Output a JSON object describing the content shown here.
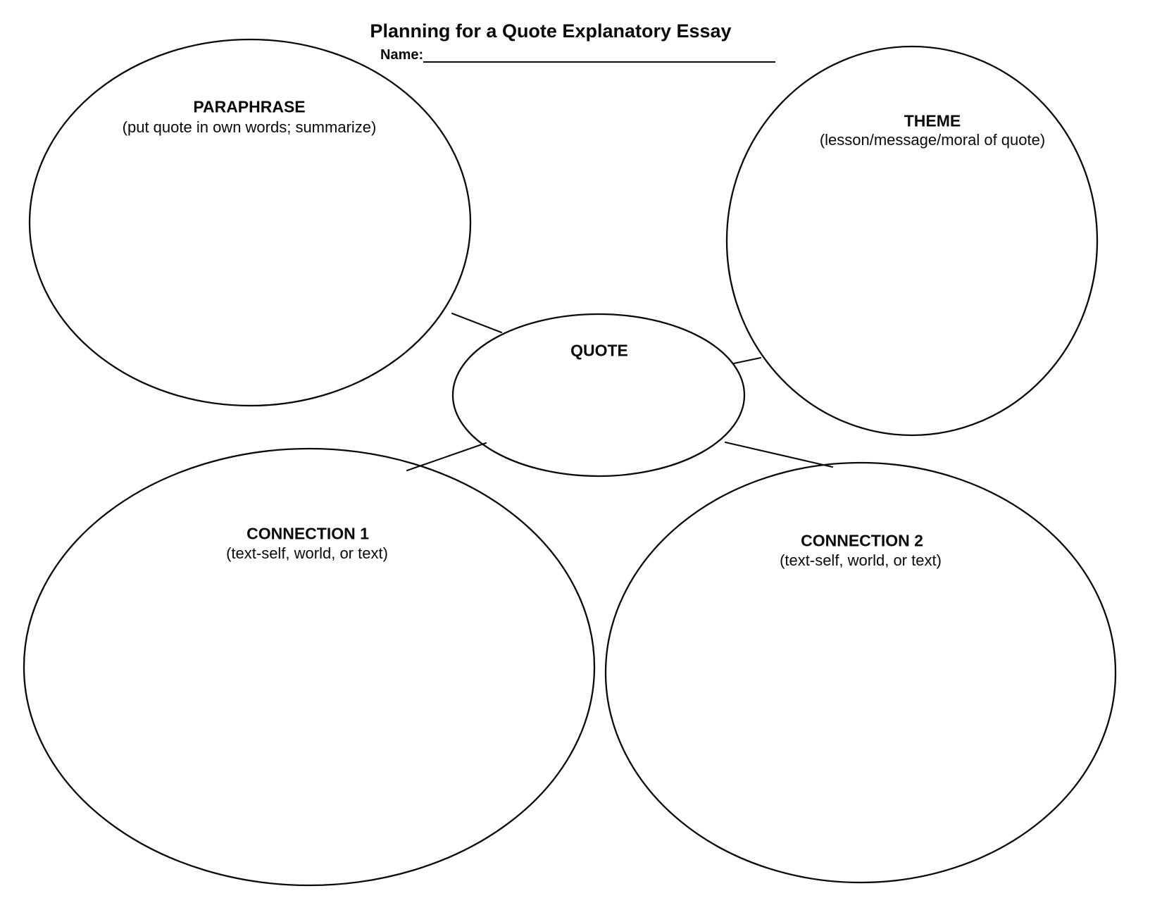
{
  "page": {
    "title": "Planning for a Quote Explanatory Essay",
    "name_label": "Name:",
    "name_value": ""
  },
  "nodes": {
    "paraphrase": {
      "heading": "PARAPHRASE",
      "subtitle": "(put quote in own words; summarize)"
    },
    "theme": {
      "heading": "THEME",
      "subtitle": "(lesson/message/moral of quote)"
    },
    "quote": {
      "heading": "QUOTE"
    },
    "connection1": {
      "heading": "CONNECTION 1",
      "subtitle": "(text-self, world, or text)"
    },
    "connection2": {
      "heading": "CONNECTION 2",
      "subtitle": "(text-self, world, or text)"
    }
  },
  "colors": {
    "ink": "#0a0a0a",
    "background": "#ffffff"
  }
}
